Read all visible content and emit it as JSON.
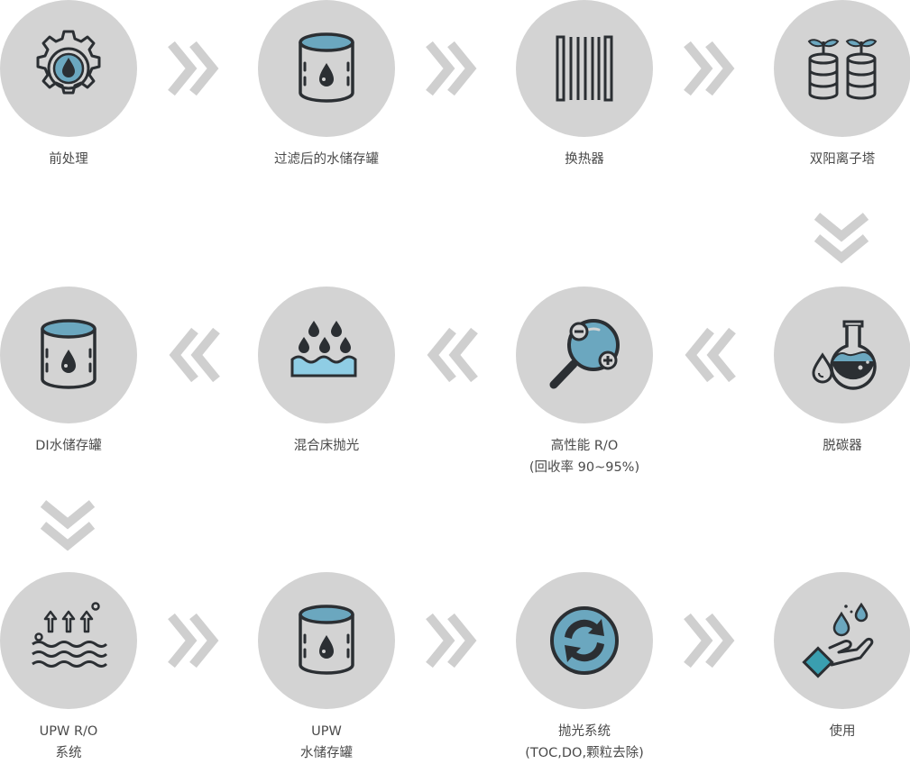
{
  "colors": {
    "circle_bg": "#d3d3d3",
    "icon_stroke": "#2b2f33",
    "icon_accent": "#6ba7bf",
    "icon_water": "#8fcde4",
    "arrow": "#cfcfcf",
    "label_text": "#4a4a4a"
  },
  "steps": [
    {
      "id": "pretreatment",
      "icon": "gear-drop-icon",
      "label_lines": [
        "前处理"
      ]
    },
    {
      "id": "filtered-storage",
      "icon": "storage-tank-icon",
      "label_lines": [
        "过滤后的水储存罐"
      ]
    },
    {
      "id": "heat-exchanger",
      "icon": "heat-exchanger-icon",
      "label_lines": [
        "换热器"
      ]
    },
    {
      "id": "dual-bed-ion",
      "icon": "ion-tower-icon",
      "label_lines": [
        "双阳离子塔"
      ]
    },
    {
      "id": "degasser",
      "icon": "flask-icon",
      "label_lines": [
        "脱碳器"
      ]
    },
    {
      "id": "high-perf-ro",
      "icon": "ion-magnifier-icon",
      "label_lines": [
        "高性能 R/O",
        "(回收率 90~95%)"
      ]
    },
    {
      "id": "mixed-bed",
      "icon": "water-drops-icon",
      "label_lines": [
        "混合床抛光"
      ]
    },
    {
      "id": "di-storage",
      "icon": "storage-tank-icon",
      "label_lines": [
        "DI水储存罐"
      ]
    },
    {
      "id": "upw-ro",
      "icon": "evaporation-icon",
      "label_lines": [
        "UPW R/O",
        "系统"
      ]
    },
    {
      "id": "upw-storage",
      "icon": "storage-tank-icon",
      "label_lines": [
        "UPW",
        "水储存罐"
      ]
    },
    {
      "id": "polishing",
      "icon": "recycle-icon",
      "label_lines": [
        "抛光系统",
        "(TOC,DO,颗粒去除)"
      ]
    },
    {
      "id": "use",
      "icon": "hand-water-icon",
      "label_lines": [
        "使用"
      ]
    }
  ]
}
